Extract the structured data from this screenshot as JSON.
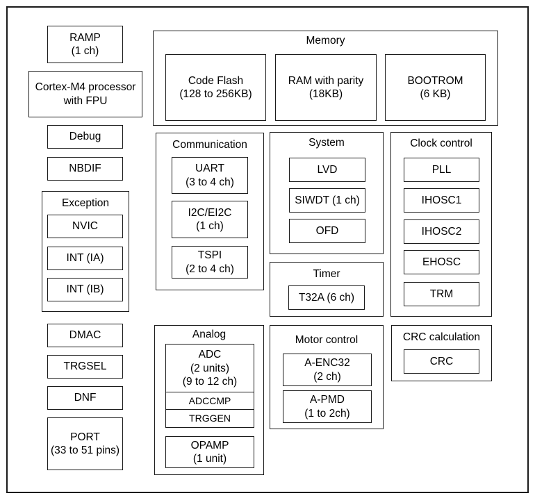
{
  "blocks": {
    "ramp": "RAMP\n(1 ch)",
    "cortex": "Cortex-M4 processor\nwith FPU",
    "debug": "Debug",
    "nbdif": "NBDIF",
    "dmac": "DMAC",
    "trgsel": "TRGSEL",
    "dnf": "DNF",
    "port": "PORT\n(33 to 51 pins)"
  },
  "exception": {
    "title": "Exception",
    "items": [
      "NVIC",
      "INT (IA)",
      "INT (IB)"
    ]
  },
  "memory": {
    "title": "Memory",
    "items": [
      "Code Flash\n(128 to 256KB)",
      "RAM with parity\n(18KB)",
      "BOOTROM\n(6 KB)"
    ]
  },
  "communication": {
    "title": "Communication",
    "items": [
      "UART\n(3 to 4 ch)",
      "I2C/EI2C\n(1 ch)",
      "TSPI\n(2 to 4 ch)"
    ]
  },
  "system": {
    "title": "System",
    "items": [
      "LVD",
      "SIWDT (1 ch)",
      "OFD"
    ]
  },
  "timer": {
    "title": "Timer",
    "items": [
      "T32A (6 ch)"
    ]
  },
  "clock_control": {
    "title": "Clock control",
    "items": [
      "PLL",
      "IHOSC1",
      "IHOSC2",
      "EHOSC",
      "TRM"
    ]
  },
  "analog": {
    "title": "Analog",
    "items": [
      "ADC\n(2 units)\n(9 to 12 ch)",
      "ADCCMP",
      "TRGGEN",
      "OPAMP\n(1 unit)"
    ]
  },
  "motor_control": {
    "title": "Motor control",
    "items": [
      "A-ENC32\n(2 ch)",
      "A-PMD\n(1 to 2ch)"
    ]
  },
  "crc_calculation": {
    "title": "CRC calculation",
    "items": [
      "CRC"
    ]
  }
}
